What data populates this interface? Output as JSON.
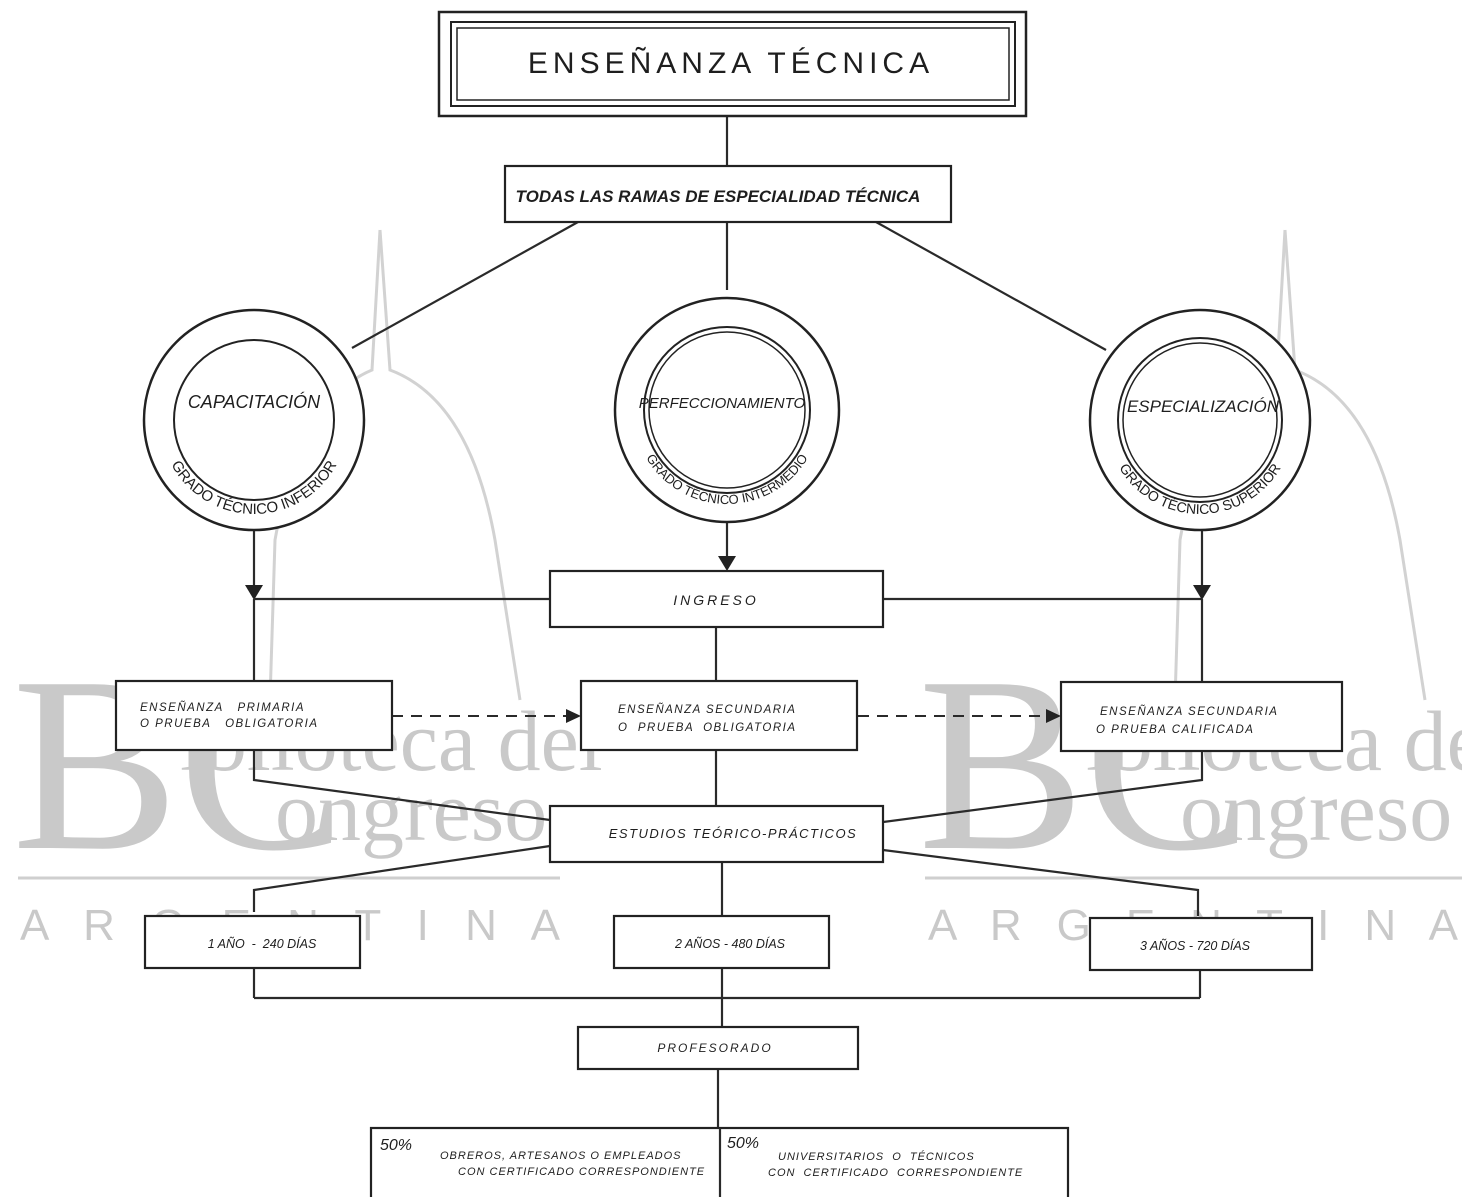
{
  "title": "ENSEÑANZA TÉCNICA",
  "branches_box": "TODAS LAS RAMAS DE ESPECIALIDAD TÉCNICA",
  "levels": [
    {
      "name": "CAPACITACIÓN",
      "grade": "GRADO TÉCNICO INFERIOR"
    },
    {
      "name": "PERFECCIONAMIENTO",
      "grade": "GRADO TÉCNICO INTERMEDIO"
    },
    {
      "name": "ESPECIALIZACIÓN",
      "grade": "GRADO TÉCNICO SUPERIOR"
    }
  ],
  "ingreso": "INGRESO",
  "requirements": [
    {
      "line1": "ENSEÑANZA   PRIMARIA",
      "line2": "O PRUEBA   OBLIGATORIA"
    },
    {
      "line1": "ENSEÑANZA SECUNDARIA",
      "line2": "O  PRUEBA  OBLIGATORIA"
    },
    {
      "line1": "ENSEÑANZA SECUNDARIA",
      "line2": "O PRUEBA CALIFICADA"
    }
  ],
  "studies": "ESTUDIOS TEÓRICO-PRÁCTICOS",
  "durations": [
    "1 AÑO  -  240 DÍAS",
    "2 AÑOS - 480 DÍAS",
    "3 AÑOS - 720 DÍAS"
  ],
  "profesorado": "PROFESORADO",
  "quota": [
    {
      "pct": "50%",
      "line1": "OBREROS, ARTESANOS O EMPLEADOS",
      "line2": "CON CERTIFICADO CORRESPONDIENTE"
    },
    {
      "pct": "50%",
      "line1": "UNIVERSITARIOS  O  TÉCNICOS",
      "line2": "CON  CERTIFICADO  CORRESPONDIENTE"
    }
  ],
  "watermark": {
    "logo_letters": "BC",
    "line1": "iblioteca del",
    "line2": "ongreso",
    "country": "A R G E N T I N A"
  },
  "colors": {
    "ink": "#222222",
    "watermark": "#c9c9c9",
    "paper": "#ffffff"
  }
}
